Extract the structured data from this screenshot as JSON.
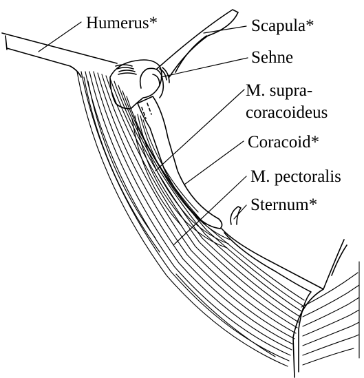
{
  "labels": {
    "humerus": "Humerus*",
    "scapula": "Scapula*",
    "sehne": "Sehne",
    "supracoracoideus_line1": "M. supra-",
    "supracoracoideus_line2": "coracoideus",
    "coracoid": "Coracoid*",
    "pectoralis": "M. pectoralis",
    "sternum": "Sternum*"
  },
  "colors": {
    "ink": "#000000",
    "paper": "#ffffff"
  }
}
